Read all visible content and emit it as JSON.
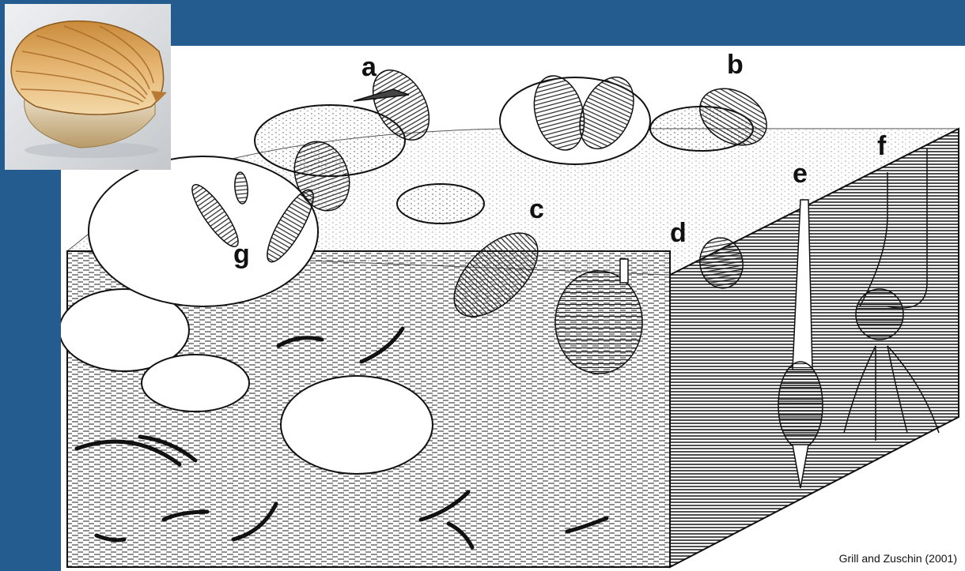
{
  "labels": {
    "a": "a",
    "b": "b",
    "c": "c",
    "d": "d",
    "e": "e",
    "f": "f",
    "g": "g"
  },
  "credit": "Grill and Zuschin (2001)",
  "colors": {
    "frame": "#245c8f",
    "ink": "#111111",
    "background": "#ffffff"
  },
  "icons": {
    "photo": "scallop-shell-photo-icon"
  }
}
